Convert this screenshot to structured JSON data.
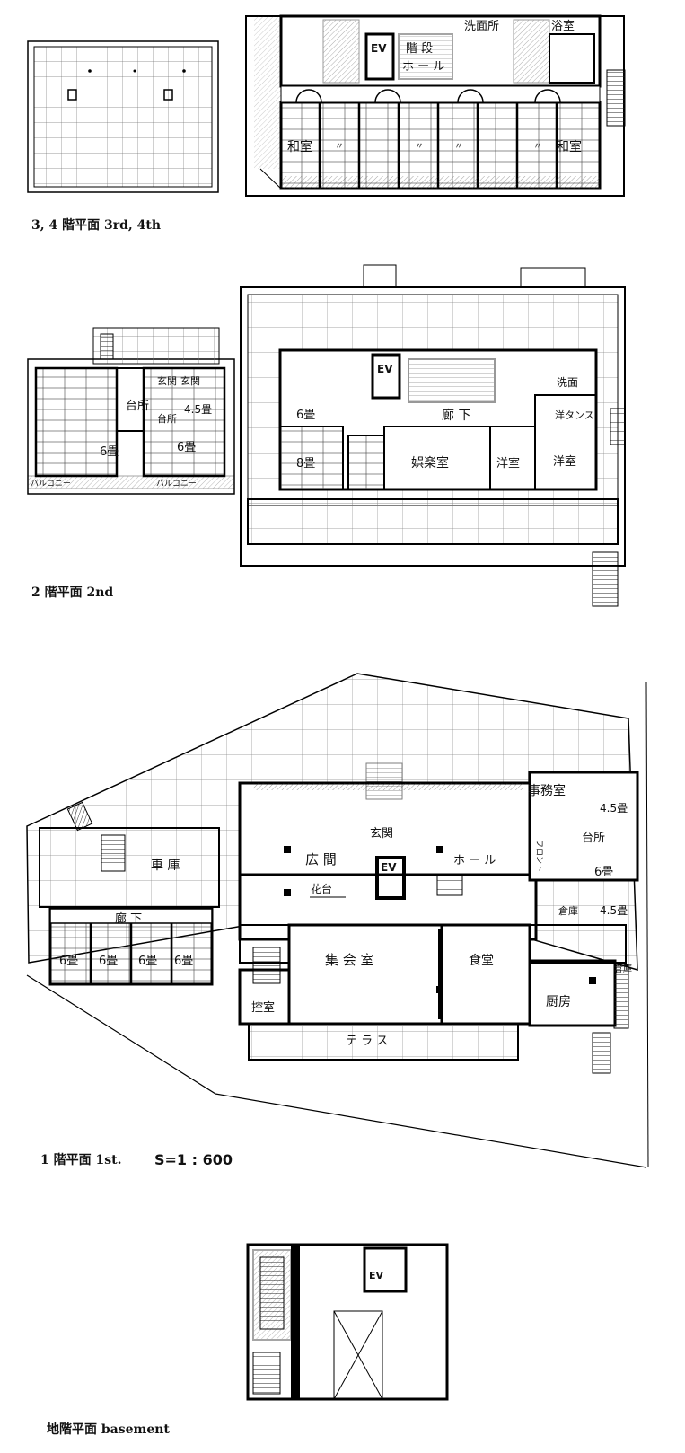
{
  "captions": {
    "floor34": "3, 4 階平面 3rd, 4th",
    "floor2": "2 階平面 2nd",
    "floor1_prefix": "1 階平面 1st.",
    "floor1_scale": "S=1 : 600",
    "basement": "地階平面 basement"
  },
  "floor34": {
    "senmenjo": "洗面所",
    "yokushitsu": "浴室",
    "ev": "EV",
    "kaidan": "階 段",
    "hall": "ホ ー ル",
    "washitsu_left": "和室",
    "washitsu_right": "和室",
    "ditto": "〃"
  },
  "floor2": {
    "genkan_a": "玄関",
    "genkan_b": "玄関",
    "daidokoro_a": "台所",
    "daidokoro_b": "台所",
    "tatami45": "4.5畳",
    "tatami6_a": "6畳",
    "tatami6_b": "6畳",
    "balcony_a": "バルコニー",
    "balcony_b": "バルコニー",
    "ev": "EV",
    "senmen": "洗面",
    "tatami6_c": "6畳",
    "tatami8": "8畳",
    "rouka": "廊 下",
    "gorakushitsu": "娯楽室",
    "youshitsu_a": "洋室",
    "youshitsu_b": "洋室",
    "youdansu": "洋タンス"
  },
  "floor1": {
    "shako": "車 庫",
    "rouka": "廊 下",
    "tatami6_1": "6畳",
    "tatami6_2": "6畳",
    "tatami6_3": "6畳",
    "tatami6_4": "6畳",
    "hiroma": "広 間",
    "kadai": "花台",
    "genkan": "玄関",
    "ev": "EV",
    "hall": "ホ ー ル",
    "jimushitsu": "事務室",
    "front": "フロント",
    "tatami45_a": "4.5畳",
    "tatami45_b": "4.5畳",
    "daidokoro": "台所",
    "tatami6_5": "6畳",
    "souko_a": "倉庫",
    "souko_b": "倉庫",
    "shukaishitsu": "集 会 室",
    "shokudou": "食堂",
    "chuubou": "厨房",
    "hikaeshitsu": "控室",
    "terrace": "テ ラ ス"
  },
  "basement": {
    "ev": "EV"
  }
}
